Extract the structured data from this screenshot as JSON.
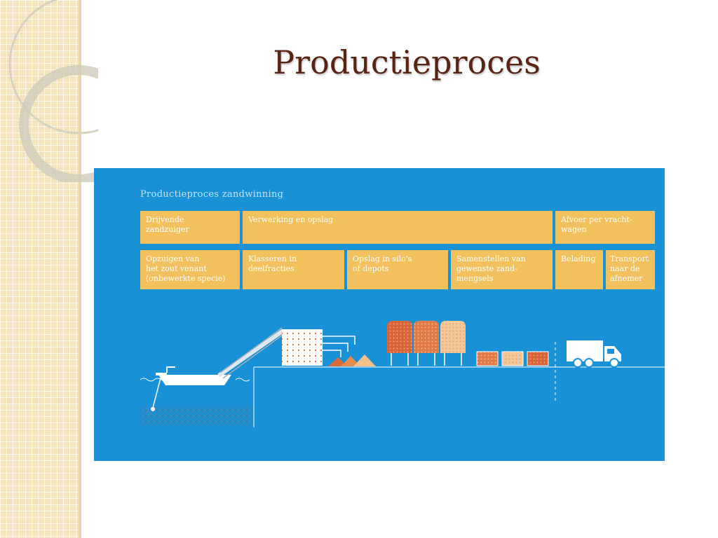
{
  "slide": {
    "title": "Productieproces"
  },
  "diagram": {
    "title": "Productieproces zandwinning",
    "phases": [
      {
        "label": "Drijvende\nzandzuiger"
      },
      {
        "label": "Verwerking en opslag"
      },
      {
        "label": "Afvoer per vracht-\nwagen"
      }
    ],
    "steps": [
      {
        "label": "Opzuigen van\nhet zout venant\n(onbewerkte specie)"
      },
      {
        "label": "Klasseren in\ndeelfracties"
      },
      {
        "label": "Opslag in silo's\nof depots"
      },
      {
        "label": "Samenstellen van\ngewenste zand-\nmengsels"
      },
      {
        "label": "Belading"
      },
      {
        "label": "Transport\nnaar de\nafnemer"
      }
    ]
  },
  "colors": {
    "panel_background": "#1991d6",
    "box_fill": "#f2c05c",
    "title_color": "#5a2413",
    "sidebar": "#f4e3bd"
  },
  "icons": [
    "dredger-icon",
    "conveyor-icon",
    "sorting-screen-icon",
    "sand-pile-icon",
    "silo-icon",
    "sand-bin-icon",
    "truck-icon"
  ]
}
